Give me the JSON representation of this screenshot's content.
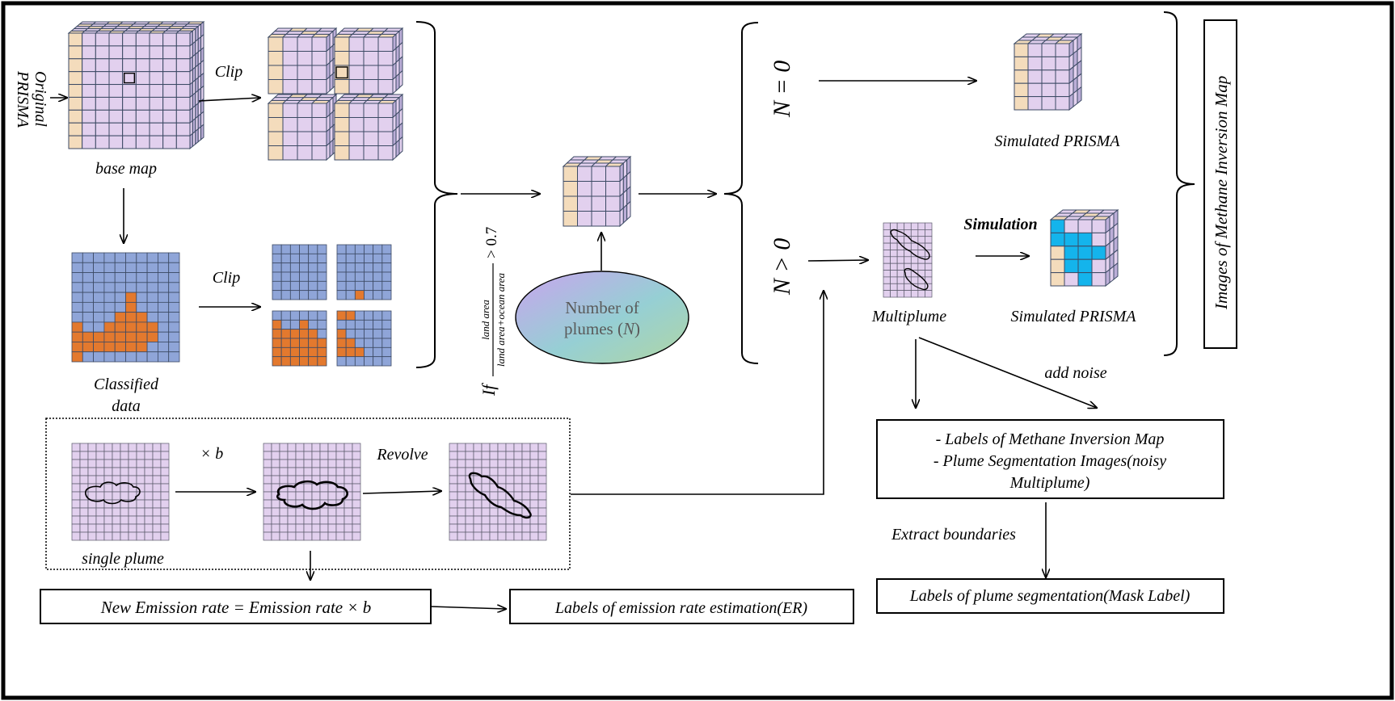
{
  "labels": {
    "original_prisma_line1": "Original",
    "original_prisma_line2": "PRISMA",
    "base_map": "base map",
    "clip_top": "Clip",
    "clip_bottom": "Clip",
    "classified_line1": "Classified",
    "classified_line2": "data",
    "condition_if": "If",
    "condition_numerator": "land area",
    "condition_denominator": "land area+ocean area",
    "condition_threshold": "> 0.7",
    "plumes_line1": "Number of",
    "plumes_line2_prefix": "plumes (",
    "plumes_line2_var": "N",
    "plumes_line2_suffix": ")",
    "n_zero": "N = 0",
    "n_positive": "N > 0",
    "simulated_prisma_top": "Simulated PRISMA",
    "simulation": "Simulation",
    "multiplume": "Multiplume",
    "simulated_prisma_bottom": "Simulated PRISMA",
    "vertical_box": "Images of Methane Inversion Map",
    "add_noise": "add noise",
    "labels_box_line1": "- Labels of Methane Inversion Map",
    "labels_box_line2": "- Plume Segmentation Images(noisy",
    "labels_box_line3": "Multiplume)",
    "extract_boundaries": "Extract boundaries",
    "mask_label": "Labels of plume segmentation(Mask Label)",
    "times_b": "× b",
    "revolve": "Revolve",
    "single_plume": "single plume",
    "new_emission": "New Emission rate = Emission rate  × b",
    "er_labels": "Labels of emission rate estimation(ER)"
  },
  "colors": {
    "cell_purple": "#e2d0ee",
    "cell_peach": "#f4dcbc",
    "cube_side": "#bcaed8",
    "grid_blue": "#8fa5d8",
    "grid_orange": "#e3792e",
    "grid_line_dark": "#3c4a64",
    "sim_cyan": "#14b4ec",
    "ellipse_purple": "#c9a4ee",
    "ellipse_teal": "#96cfd4",
    "ellipse_green": "#b0d6a4"
  }
}
